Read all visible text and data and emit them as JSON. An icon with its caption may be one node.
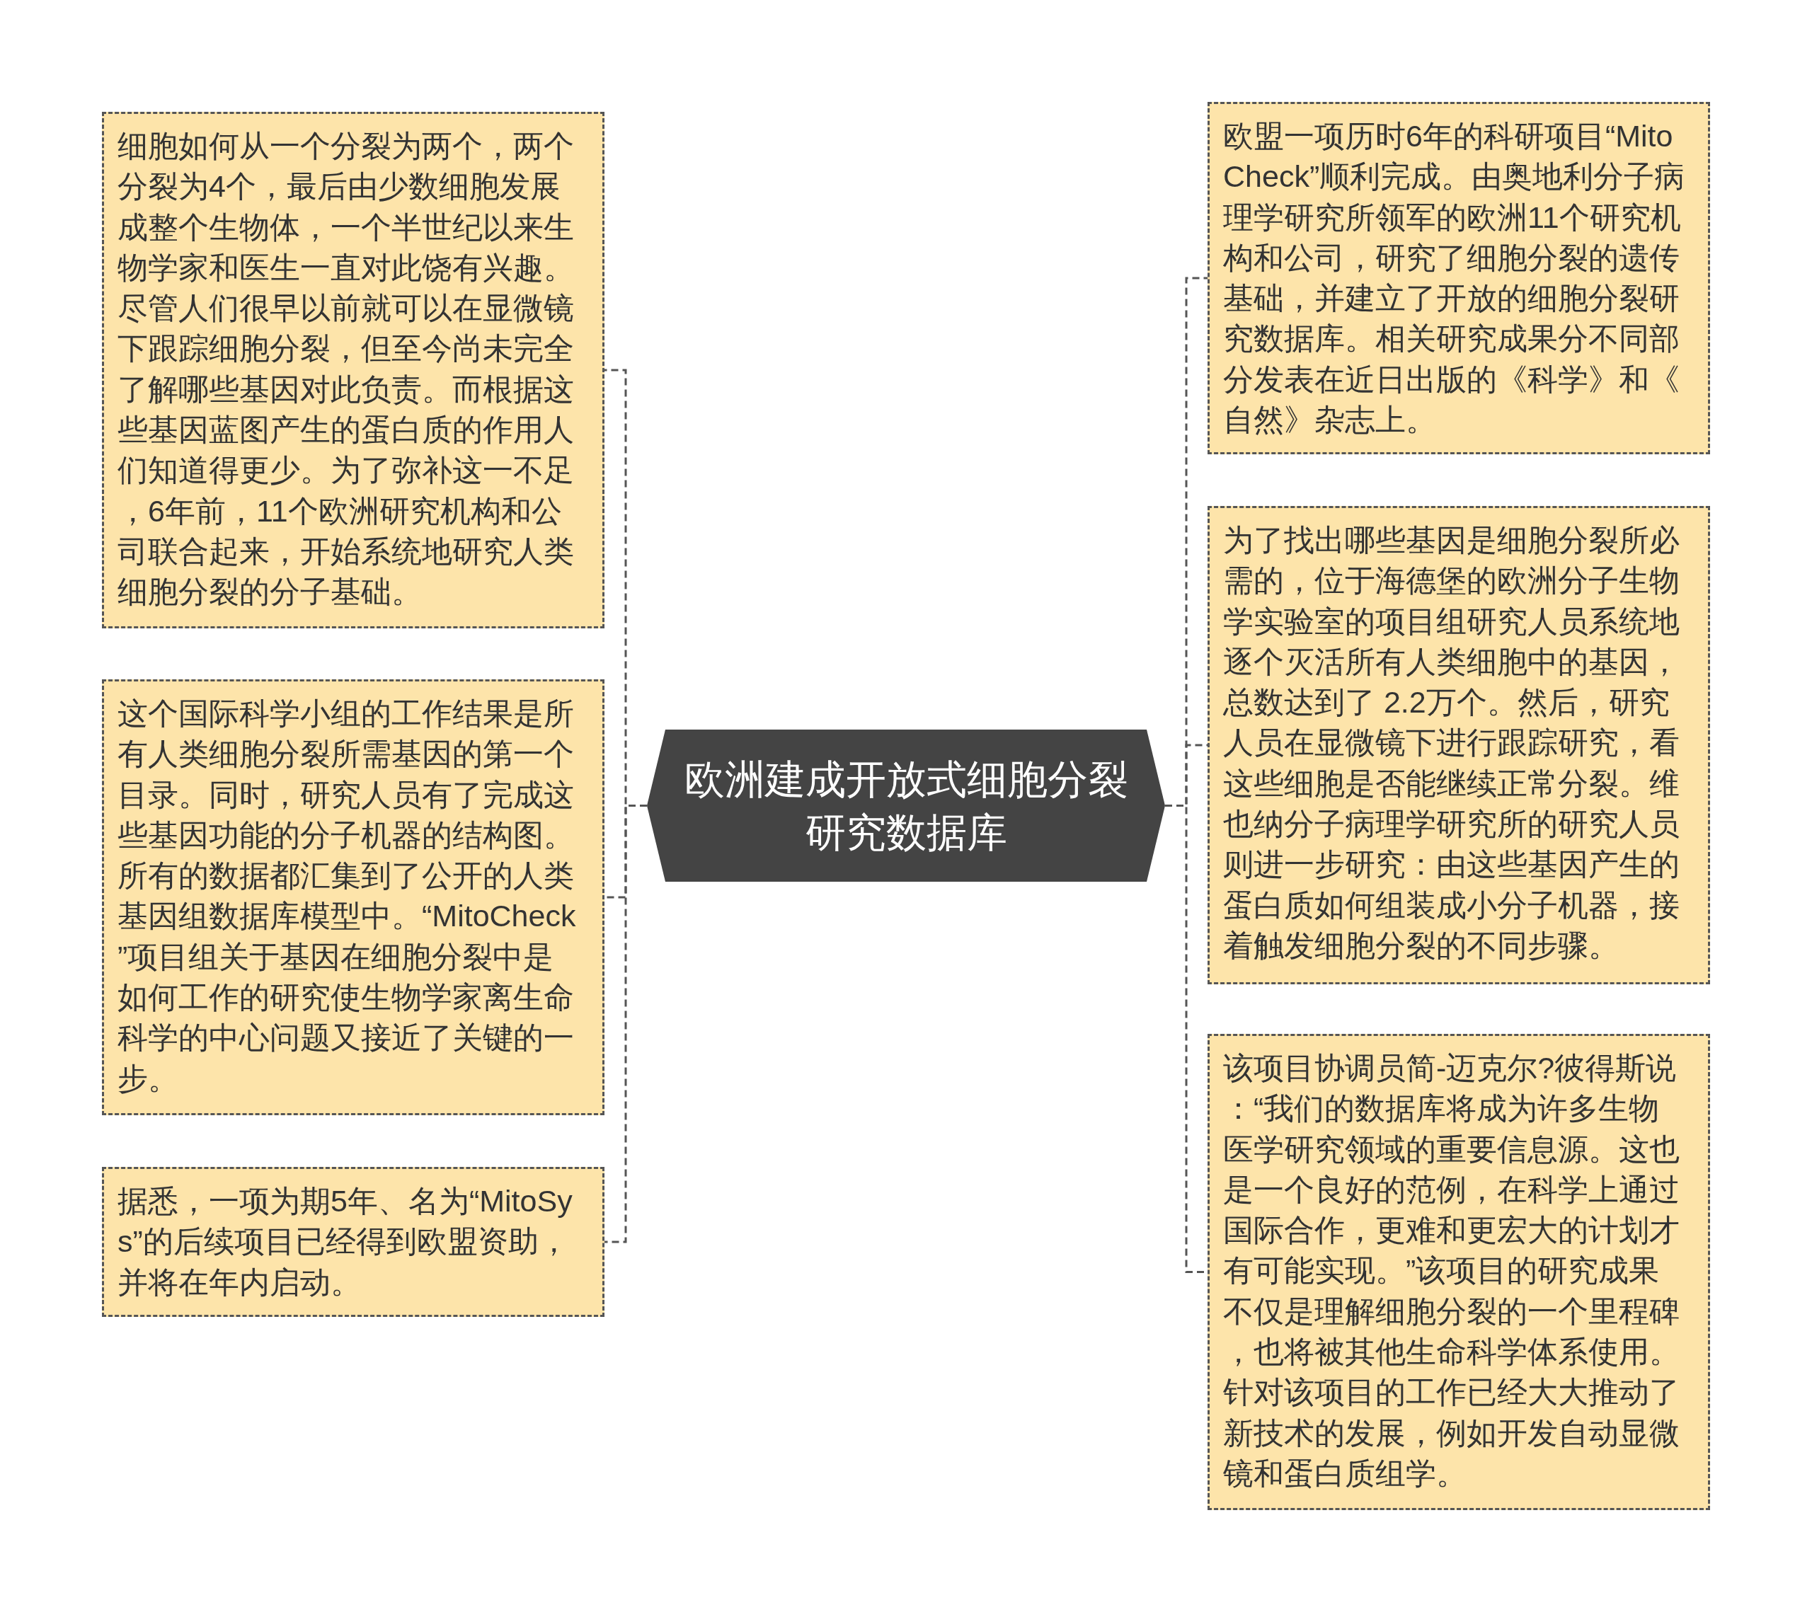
{
  "diagram": {
    "nodes": [
      {
        "text": [
          "欧洲建成开放式细胞分裂研究数据库"
        ]
      },
      {
        "text": [
          "细胞如何从一个分裂为两个，两个分裂为4个，最后由少数细胞发展成整个生物体，一个半世纪以来生物学家和医生一直对此饶有兴趣。尽管人们很早以前就可以在显微镜下跟踪细胞分裂，但至今尚未完全了解哪些基因对此负责。而根据这些基因蓝图产生的蛋白质的作用人们知道得更少。为了弥补这一不足，6年前，11个欧洲研究机构和公司联合起来，开始系统地研究人类细胞分裂的分子基础。"
        ]
      },
      {
        "text": [
          "这个国际科学小组的工作结果是所有人类细胞分裂所需基因的第一个目录。同时，研究人员有了完成这些基因功能的分子机器的结构图。所有的数据都汇集到了公开的人类基因组数据库模型中。“MitoCheck”项目组关于基因在细胞分裂中是如何工作的研究使生物学家离生命科学的中心问题又接近了关键的一步。"
        ]
      },
      {
        "text": [
          "据悉，一项为期5年、名为“MitoSys”的后续项目已经得到欧盟资助，并将在年内启动。"
        ]
      },
      {
        "text": [
          "欧盟一项历时6年的科研项目“MitoCheck”顺利完成。由奥地利分子病理学研究所领军的欧洲11个研究机构和公司，研究了细胞分裂的遗传基础，并建立了开放的细胞分裂研究数据库。相关研究成果分不同部分发表在近日出版的《科学》和《自然》杂志上。"
        ]
      },
      {
        "text": [
          "为了找出哪些基因是细胞分裂所必需的，位于海德堡的欧洲分子生物学实验室的项目组研究人员系统地逐个灭活所有人类细胞中的基因，总数达到了 2.2万个。然后，研究人员在显微镜下进行跟踪研究，看这些细胞是否能继续正常分裂。维也纳分子病理学研究所的研究人员则进一步研究：由这些基因产生的蛋白质如何组装成小分子机器，接着触发细胞分裂的不同步骤。"
        ]
      },
      {
        "text": [
          "该项目协调员简-迈克尔?彼得斯说：“我们的数据库将成为许多生物医学研究领域的重要信息源。这也是一个良好的范例，在科学上通过国际合作，更难和更宏大的计划才有可能实现。”该项目的研究成果不仅是理解细胞分裂的一个里程碑，也将被其他生命科学体系使用。针对该项目的工作已经大大推动了新技术的发展，例如开发自动显微镜和蛋白质组学。"
        ]
      }
    ],
    "edges": [
      {
        "from": 0,
        "to": 1,
        "arrow": "none",
        "style": "dashed"
      },
      {
        "from": 0,
        "to": 2,
        "arrow": "none",
        "style": "dashed"
      },
      {
        "from": 0,
        "to": 3,
        "arrow": "none",
        "style": "dashed"
      },
      {
        "from": 0,
        "to": 4,
        "arrow": "none",
        "style": "dashed"
      },
      {
        "from": 0,
        "to": 5,
        "arrow": "none",
        "style": "dashed"
      },
      {
        "from": 0,
        "to": 6,
        "arrow": "none",
        "style": "dashed"
      }
    ]
  }
}
